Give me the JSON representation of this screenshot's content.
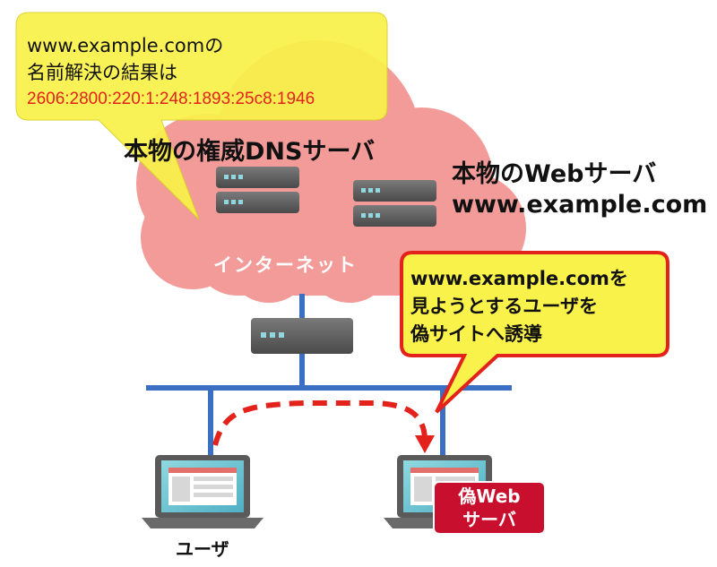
{
  "dns_callout": {
    "line1": "www.example.comの",
    "line2": "名前解決の結果は",
    "line3": "2606:2800:220:1:248:1893:25c8:1946"
  },
  "real_dns_label": "本物の権威DNSサーバ",
  "real_web_label": {
    "line1": "本物のWebサーバ",
    "line2": "www.example.com"
  },
  "internet_label": "インターネット",
  "redirect_callout": {
    "line1": "www.example.comを",
    "line2": "見ようとするユーザを",
    "line3": "偽サイトへ誘導"
  },
  "user_label": "ユーザ",
  "fake_web_label": {
    "line1": "偽Web",
    "line2": "サーバ"
  },
  "colors": {
    "cloud": "#f29b98",
    "callout": "#f9f24a",
    "network": "#3b6fc4",
    "arrow": "#e3221b",
    "fake_box": "#c8102e",
    "server": "#5a5a5a"
  }
}
